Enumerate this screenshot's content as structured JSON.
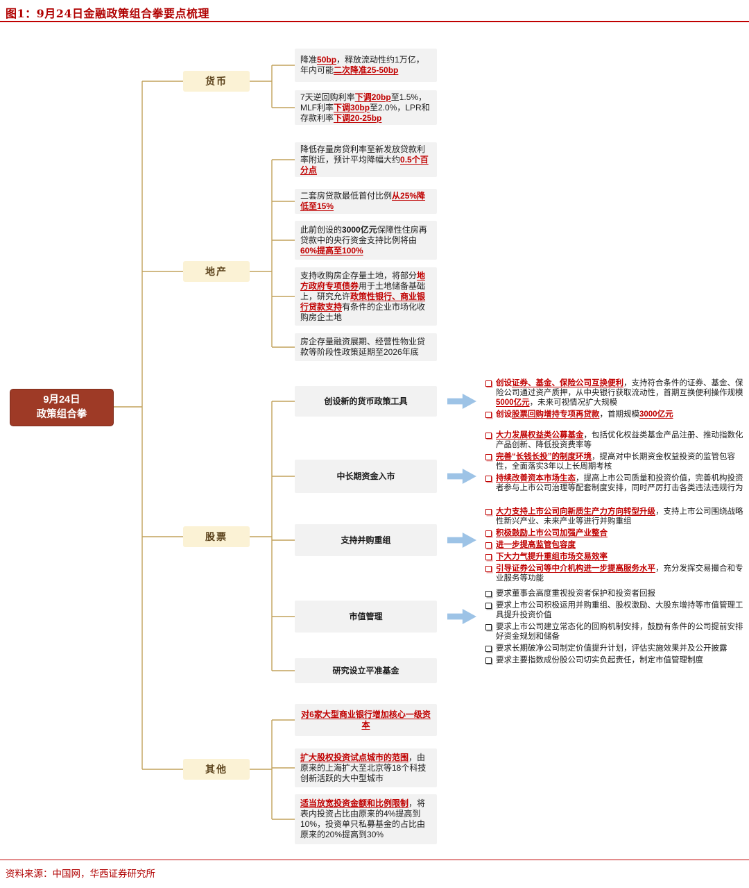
{
  "page": {
    "title": "图1：9月24日金融政策组合拳要点梳理",
    "source": "资料来源：中国网，华西证券研究所"
  },
  "colors": {
    "accent_red": "#C00000",
    "root_bg": "#9E3A26",
    "branch_bg": "#FBF2D5",
    "leaf_bg": "#F2F2F2",
    "connector": "#C2A25C",
    "arrow_blue": "#9DC3E6"
  },
  "root": {
    "line1": "9月24日",
    "line2": "政策组合拳"
  },
  "branches": [
    {
      "label": "货币",
      "leaves": [
        {
          "segments": [
            {
              "t": "降准"
            },
            {
              "t": "50bp",
              "s": "em"
            },
            {
              "t": "，释放流动性约1万亿，年内可能"
            },
            {
              "t": "二次降准25-50bp",
              "s": "em"
            }
          ]
        },
        {
          "segments": [
            {
              "t": "7天逆回购利率"
            },
            {
              "t": "下调20bp",
              "s": "em"
            },
            {
              "t": "至1.5%，MLF利率"
            },
            {
              "t": "下调30bp",
              "s": "em"
            },
            {
              "t": "至2.0%，LPR和存款利率"
            },
            {
              "t": "下调20-25bp",
              "s": "em"
            }
          ]
        }
      ]
    },
    {
      "label": "地产",
      "leaves": [
        {
          "segments": [
            {
              "t": "降低存量房贷利率至新发放贷款利率附近，预计平均降幅大约"
            },
            {
              "t": "0.5个百分点",
              "s": "em"
            }
          ]
        },
        {
          "segments": [
            {
              "t": "二套房贷款最低首付比例"
            },
            {
              "t": "从25%降低至15%",
              "s": "em"
            }
          ]
        },
        {
          "segments": [
            {
              "t": "此前创设的"
            },
            {
              "t": "3000亿元",
              "s": "b"
            },
            {
              "t": "保障性住房再贷款中的央行资金支持比例将由"
            },
            {
              "t": "60%提高至100%",
              "s": "em"
            }
          ]
        },
        {
          "segments": [
            {
              "t": "支持收购房企存量土地，将部分"
            },
            {
              "t": "地方政府专项债券",
              "s": "em"
            },
            {
              "t": "用于土地储备基础上，研究允许"
            },
            {
              "t": "政策性银行、商业银行贷款支持",
              "s": "em"
            },
            {
              "t": "有条件的企业市场化收购房企土地"
            }
          ]
        },
        {
          "segments": [
            {
              "t": "房企存量融资展期、经营性物业贷款等阶段性政策延期至2026年底"
            }
          ]
        }
      ]
    },
    {
      "label": "股票",
      "leaves": [
        {
          "title": "创设新的货币政策工具",
          "details": [
            [
              {
                "t": "创设",
                "s": "r"
              },
              {
                "t": "证券、基金、保险公司互换便利",
                "s": "em"
              },
              {
                "t": "，支持符合条件的证券、基金、保险公司通过资产质押，从中央银行获取流动性，首期互换便利操作规模"
              },
              {
                "t": "5000亿元",
                "s": "em"
              },
              {
                "t": "，未来可视情况扩大规模"
              }
            ],
            [
              {
                "t": "创设",
                "s": "r"
              },
              {
                "t": "股票回购增持专项再贷款",
                "s": "em"
              },
              {
                "t": "，首期规模"
              },
              {
                "t": "3000亿元",
                "s": "em"
              }
            ]
          ]
        },
        {
          "title": "中长期资金入市",
          "details": [
            [
              {
                "t": "大力发展权益类公募基金",
                "s": "em"
              },
              {
                "t": "，包括优化权益类基金产品注册、推动指数化产品创新、降低投资费率等"
              }
            ],
            [
              {
                "t": "完善“长钱长投”的制度环境",
                "s": "em"
              },
              {
                "t": "，提高对中长期资金权益投资的监管包容性，全面落实3年以上长周期考核"
              }
            ],
            [
              {
                "t": "持续改善资本市场生态",
                "s": "em"
              },
              {
                "t": "，提高上市公司质量和投资价值，完善机构投资者参与上市公司治理等配套制度安排，同时严厉打击各类违法违规行为"
              }
            ]
          ]
        },
        {
          "title": "支持并购重组",
          "details": [
            [
              {
                "t": "大力支持上市公司向新质生产力方向转型升级",
                "s": "em"
              },
              {
                "t": "，支持上市公司围绕战略性新兴产业、未来产业等进行并购重组"
              }
            ],
            [
              {
                "t": "积极鼓励上市公司加强产业整合",
                "s": "em"
              }
            ],
            [
              {
                "t": "进一步提高监管包容度",
                "s": "em"
              }
            ],
            [
              {
                "t": "下大力气提升重组市场交易效率",
                "s": "em"
              }
            ],
            [
              {
                "t": "引导证券公司等中介机构进一步提高服务水平",
                "s": "em"
              },
              {
                "t": "，充分发挥交易撮合和专业服务等功能"
              }
            ]
          ]
        },
        {
          "title": "市值管理",
          "details": [
            [
              {
                "t": "要求董事会高度重视投资者保护和投资者回报"
              }
            ],
            [
              {
                "t": "要求上市公司积极运用并购重组、股权激励、大股东增持等市值管理工具提升投资价值"
              }
            ],
            [
              {
                "t": "要求上市公司建立常态化的回购机制安排，鼓励有条件的公司提前安排好资金规划和储备"
              }
            ],
            [
              {
                "t": "要求长期破净公司制定价值提升计划，评估实施效果并及公开披露"
              }
            ],
            [
              {
                "t": "要求主要指数成份股公司切实负起责任，制定市值管理制度"
              }
            ]
          ]
        },
        {
          "title": "研究设立平准基金"
        }
      ]
    },
    {
      "label": "其他",
      "leaves": [
        {
          "segments": [
            {
              "t": "对6家大型商业银行增加核心一级资本",
              "s": "em"
            }
          ]
        },
        {
          "segments": [
            {
              "t": "扩大股权投资试点城市的范围",
              "s": "em"
            },
            {
              "t": "，由原来的上海扩大至北京等18个科技创新活跃的大中型城市"
            }
          ]
        },
        {
          "segments": [
            {
              "t": "适当放宽投资金额和比例限制",
              "s": "em"
            },
            {
              "t": "，将表内投资占比由原来的4%提高到10%，投资单只私募基金的占比由原来的20%提高到30%"
            }
          ]
        }
      ]
    }
  ]
}
